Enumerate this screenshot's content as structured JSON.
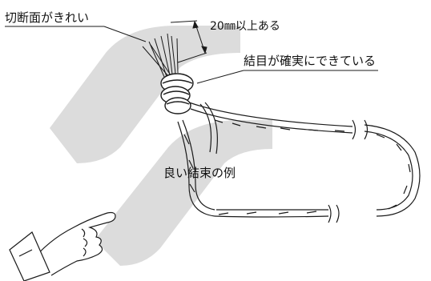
{
  "diagram": {
    "labels": {
      "cut_surface": "切断面がきれい",
      "tail_length": "20㎜以上ある",
      "knot_secure": "結目が確実にできている",
      "good_example": "良い結束の例"
    },
    "colors": {
      "ink": "#1a1a1a",
      "watermark": "#dcdcdc",
      "background": "#ffffff"
    },
    "icons": [
      "rope-knot-illustration",
      "pointing-hand-icon",
      "watermark-logo"
    ]
  }
}
